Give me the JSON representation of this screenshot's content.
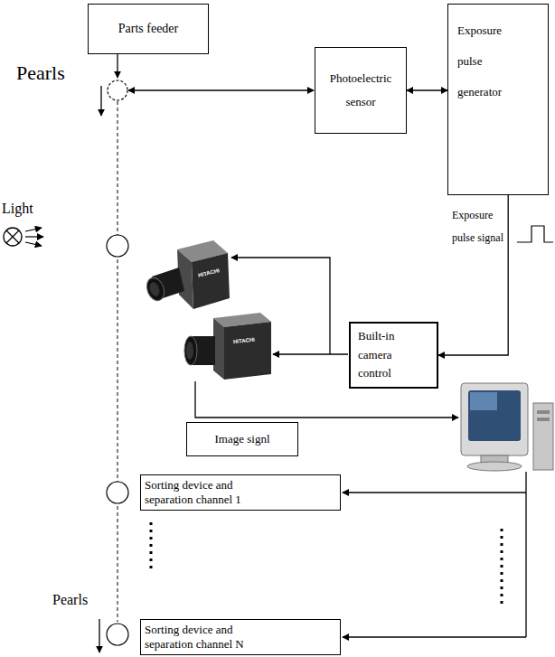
{
  "diagram": {
    "nodes": [
      {
        "text": [
          "Parts feeder"
        ]
      },
      {
        "text": [
          "Photoelectric sensor"
        ]
      },
      {
        "text": [
          "Exposure pulse generator"
        ]
      },
      {
        "text": [
          "Built-in camera control"
        ]
      },
      {
        "text": [
          "Image signl"
        ]
      },
      {
        "text": [
          "Sorting device and separation channel 1"
        ]
      },
      {
        "text": [
          "Sorting device and separation channel N"
        ]
      }
    ],
    "edges": [
      {
        "from": 1,
        "to": 2,
        "arrow": "both"
      },
      {
        "from": 2,
        "to": 3,
        "arrow": "to"
      }
    ],
    "labels": [
      "Pearls",
      "Exposure pulse signal",
      "Light",
      "Pearls",
      "HITACHI",
      "HITACHI"
    ]
  }
}
